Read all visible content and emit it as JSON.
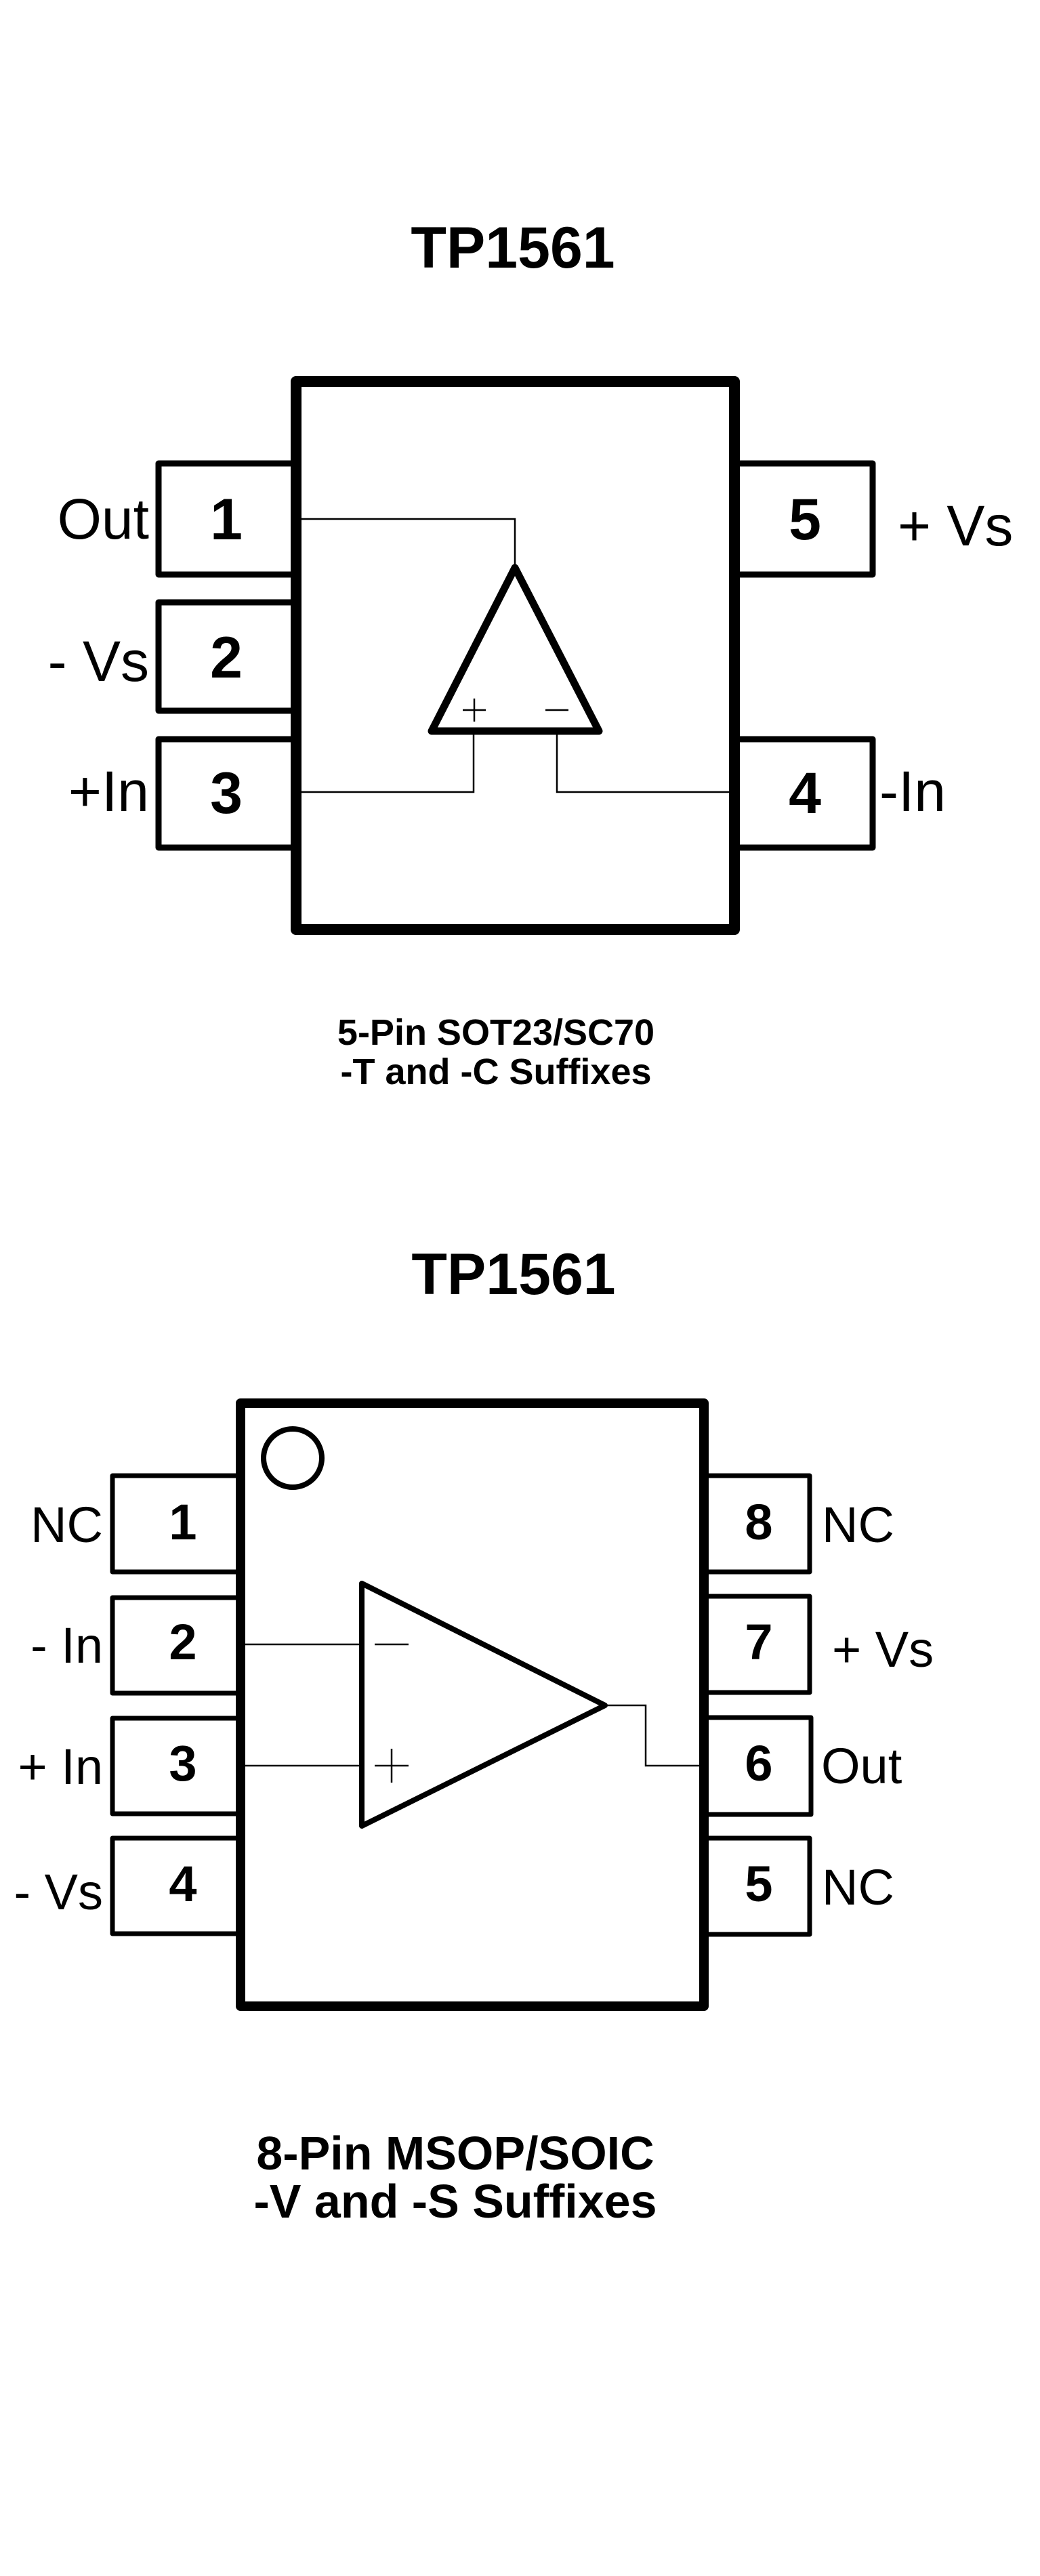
{
  "colors": {
    "ink": "#000000",
    "background": "#ffffff"
  },
  "packages": [
    {
      "id": "sot23",
      "title": "TP1561",
      "caption_line1": "5-Pin SOT23/SC70",
      "caption_line2": "-T and -C Suffixes",
      "amp_input_signs": {
        "plus": "+",
        "minus": "−"
      },
      "pins": [
        {
          "number": "1",
          "label": "Out",
          "side": "left"
        },
        {
          "number": "2",
          "label": "- Vs",
          "side": "left"
        },
        {
          "number": "3",
          "label": "+In",
          "side": "left"
        },
        {
          "number": "4",
          "label": "-In",
          "side": "right"
        },
        {
          "number": "5",
          "label": "+ Vs",
          "side": "right"
        }
      ]
    },
    {
      "id": "msop-soic",
      "title": "TP1561",
      "caption_line1": "8-Pin MSOP/SOIC",
      "caption_line2": "-V and -S Suffixes",
      "pin1_indicator": "circle",
      "pins": [
        {
          "number": "1",
          "label": "NC",
          "side": "left"
        },
        {
          "number": "2",
          "label": "- In",
          "side": "left"
        },
        {
          "number": "3",
          "label": "+ In",
          "side": "left"
        },
        {
          "number": "4",
          "label": "- Vs",
          "side": "left"
        },
        {
          "number": "5",
          "label": "NC",
          "side": "right"
        },
        {
          "number": "6",
          "label": "Out",
          "side": "right"
        },
        {
          "number": "7",
          "label": "+ Vs",
          "side": "right"
        },
        {
          "number": "8",
          "label": "NC",
          "side": "right"
        }
      ]
    }
  ]
}
